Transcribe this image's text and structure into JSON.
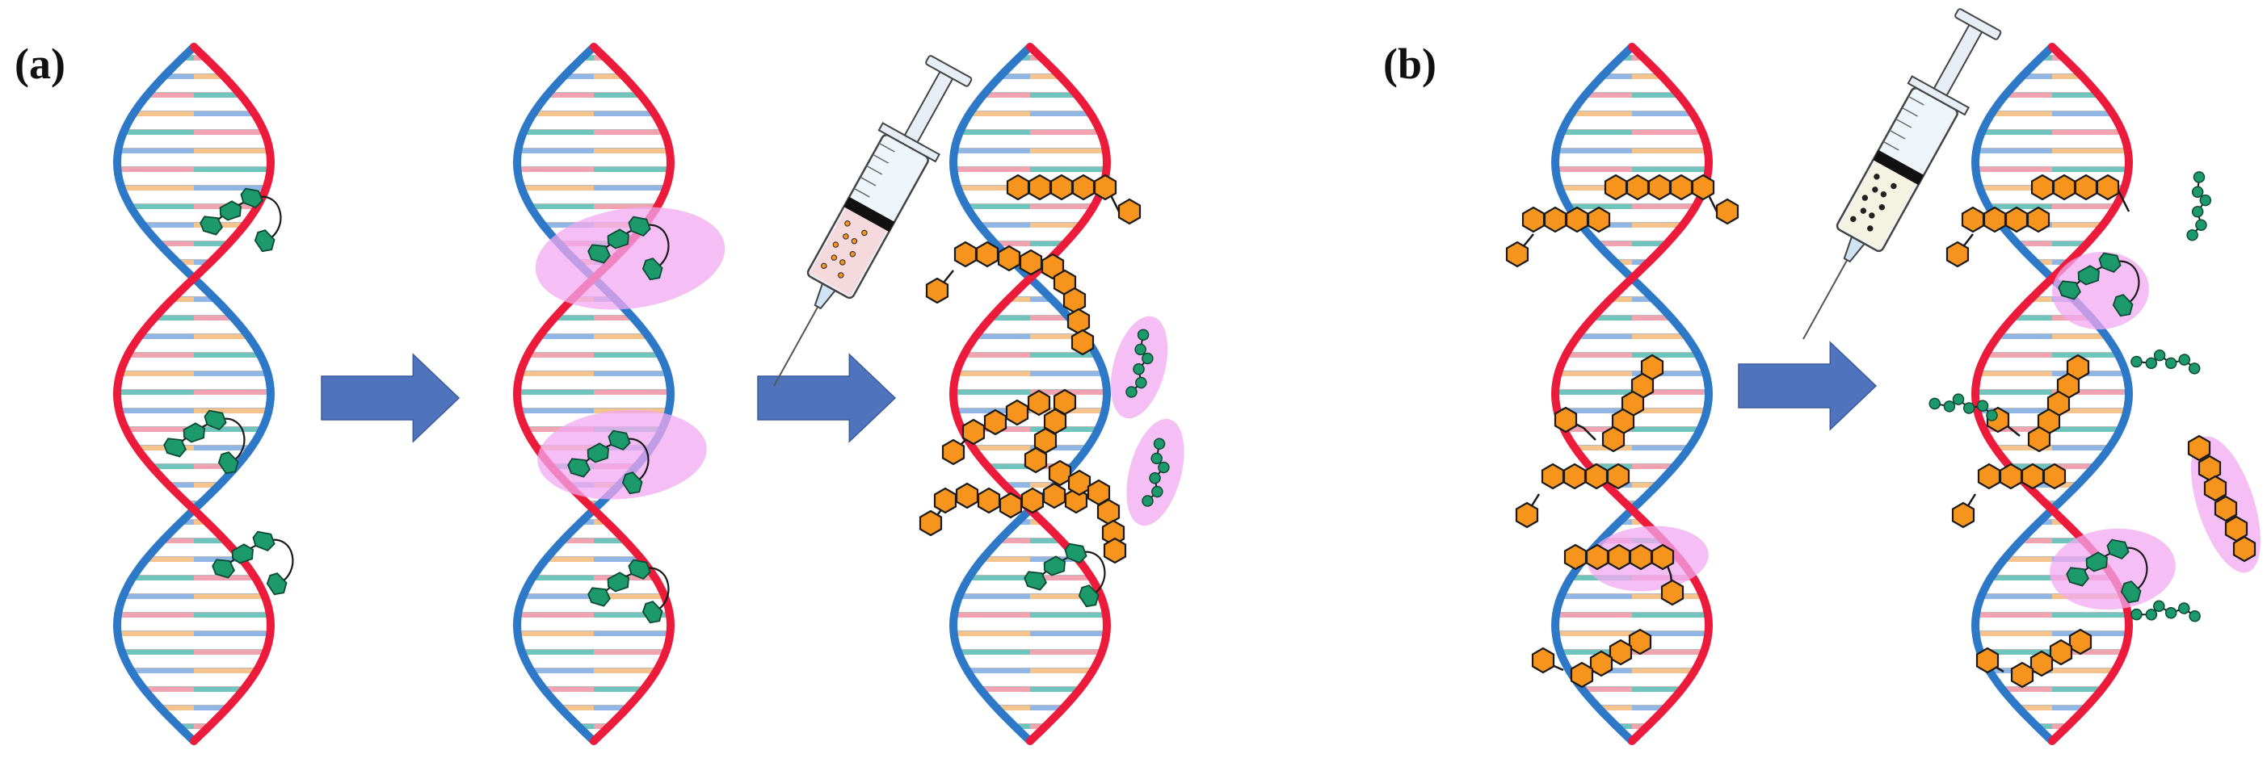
{
  "figure": {
    "panels": [
      {
        "label": "(a)"
      },
      {
        "label": "(b)"
      }
    ]
  },
  "colors": {
    "strand_a": "#ec1b3b",
    "strand_b": "#2e78c8",
    "rung_pink": "#f2a3b0",
    "rung_teal": "#6fc5bd",
    "rung_peach": "#f4c48c",
    "rung_blue": "#8fb6e4",
    "ligand_green": "#1d9a6c",
    "ligand_orange": "#f7941d",
    "highlight": "#f2a8f0",
    "arrow": "#4f74bd",
    "outline": "#1a1a1a"
  },
  "icons": {
    "arrow": "block-arrow-right",
    "syringe": "syringe-icon",
    "helix": "dna-double-helix"
  }
}
